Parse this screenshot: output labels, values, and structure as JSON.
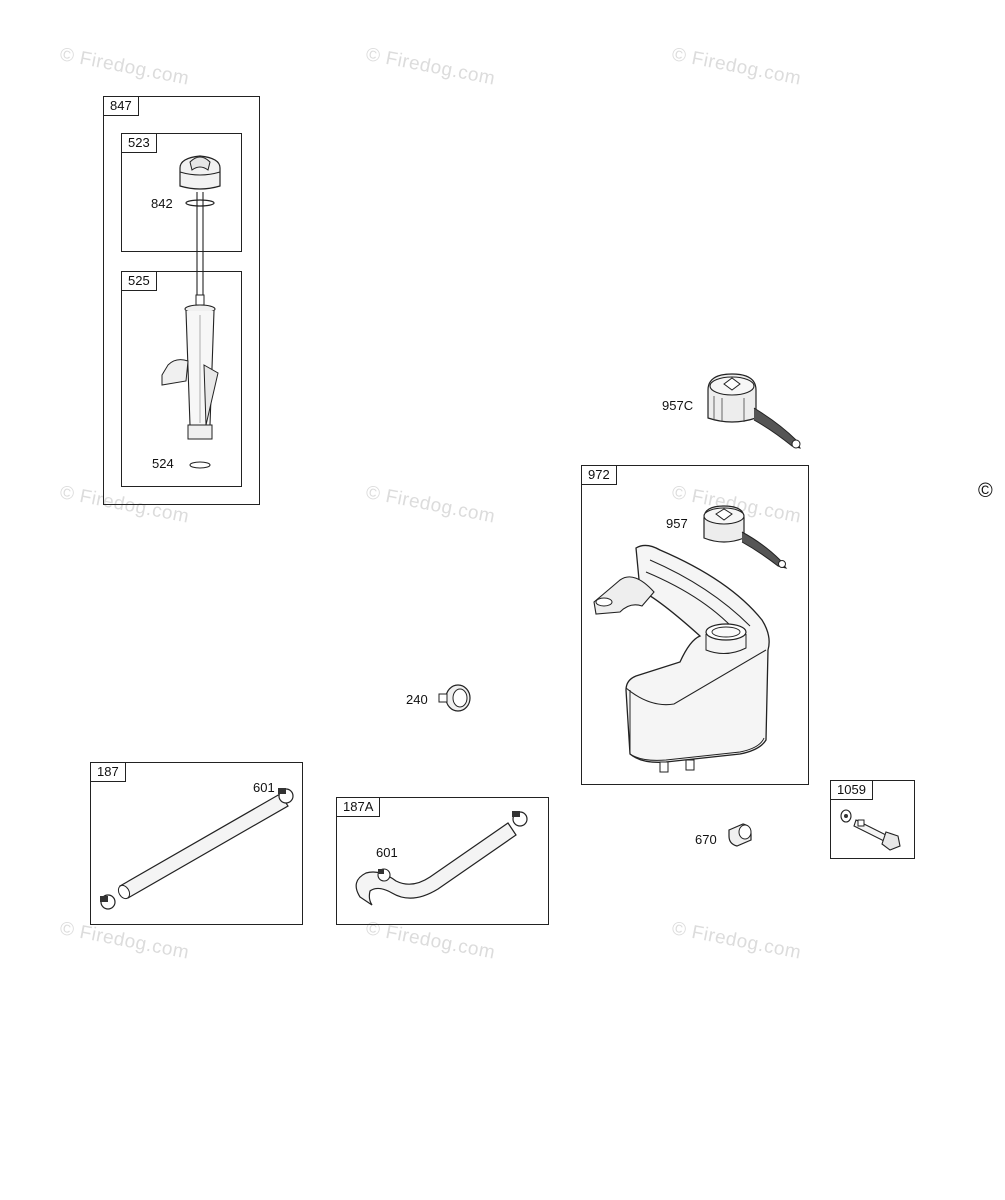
{
  "watermark": "© Firedog.com",
  "copyright_symbol": "©",
  "boxes": {
    "b847": "847",
    "b523": "523",
    "b525": "525",
    "b187": "187",
    "b187A": "187A",
    "b972": "972",
    "b1059": "1059"
  },
  "parts": {
    "p842": "842",
    "p524": "524",
    "p957C": "957C",
    "p957": "957",
    "p240": "240",
    "p601a": "601",
    "p601b": "601",
    "p670": "670"
  }
}
